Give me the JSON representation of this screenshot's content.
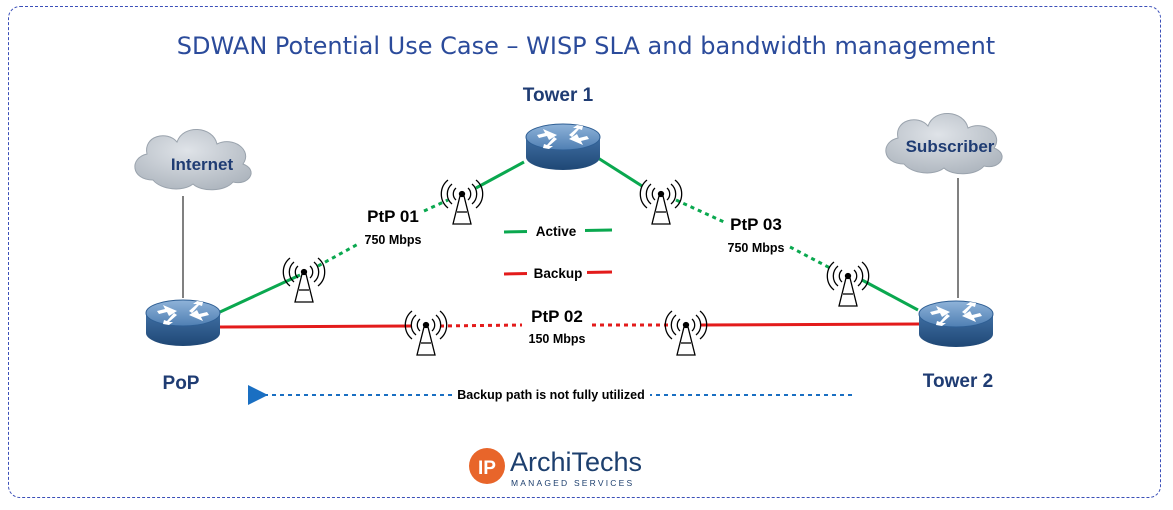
{
  "title": "SDWAN Potential Use Case – WISP SLA and bandwidth management",
  "nodes": {
    "tower1": "Tower 1",
    "tower2": "Tower 2",
    "pop": "PoP"
  },
  "clouds": {
    "internet": "Internet",
    "subscriber": "Subscriber"
  },
  "links": [
    {
      "name": "PtP 01",
      "bandwidth": "750 Mbps",
      "status": "active"
    },
    {
      "name": "PtP 02",
      "bandwidth": "150 Mbps",
      "status": "backup"
    },
    {
      "name": "PtP 03",
      "bandwidth": "750 Mbps",
      "status": "active"
    }
  ],
  "legend": {
    "active": "Active",
    "backup": "Backup"
  },
  "note": "Backup path is not fully utilized",
  "logo": {
    "badge": "IP",
    "name": "ArchiTechs",
    "tagline": "MANAGED SERVICES"
  },
  "colors": {
    "active": "#0aa84f",
    "backup": "#e31b1b",
    "note_arrow": "#1a6fc2",
    "title": "#2b4b9b",
    "logo_orange": "#e8652a"
  }
}
